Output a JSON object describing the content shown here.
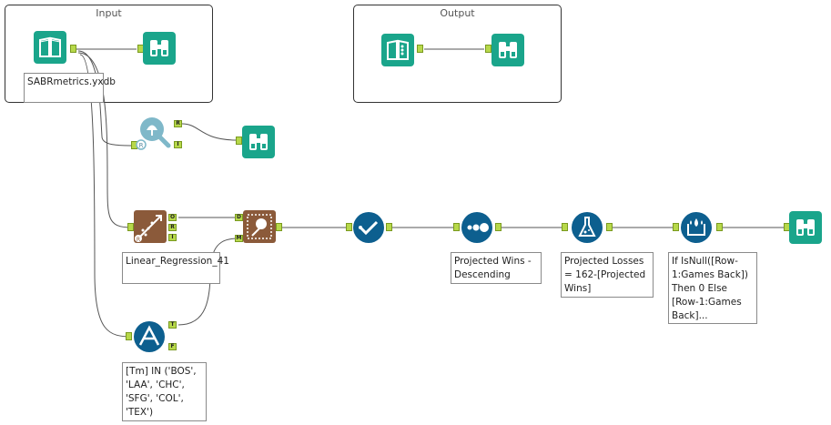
{
  "containers": {
    "input": {
      "title": "Input"
    },
    "output": {
      "title": "Output"
    }
  },
  "annotations": {
    "input_file": "SABRmetrics.yxdb",
    "regression": "Linear_Regression_41",
    "filter": "[Tm] IN ('BOS', 'LAA', 'CHC', 'SFG', 'COL', 'TEX')",
    "sort": "Projected Wins - Descending",
    "formula": "Projected Losses = 162-[Projected Wins]",
    "multirow": "If IsNull([Row-1:Games Back]) Then 0 Else [Row-1:Games Back]..."
  },
  "anchor_labels": {
    "R": "R",
    "I": "I",
    "O": "O",
    "D": "D",
    "M": "M",
    "T": "T",
    "F": "F"
  },
  "icons": [
    "input-data-icon",
    "browse-icon",
    "output-data-icon",
    "r-analysis-icon",
    "linear-regression-icon",
    "score-icon",
    "select-icon",
    "sort-icon",
    "formula-icon",
    "multi-row-formula-icon",
    "filter-icon"
  ],
  "colors": {
    "teal": "#1aa58b",
    "navy": "#0d5f8f",
    "brown": "#8b5a3a",
    "light_blue": "#7fb8c9",
    "anchor": "#b7d84a"
  }
}
